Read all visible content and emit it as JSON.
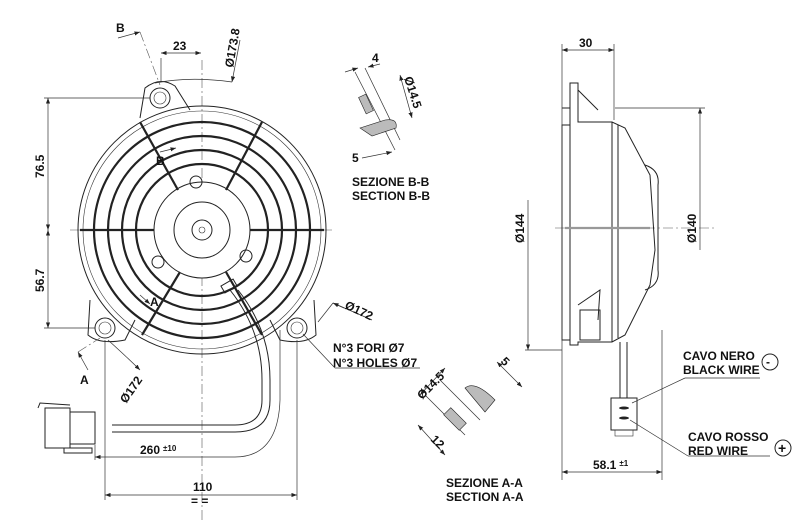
{
  "front_view": {
    "section_mark_b": "B",
    "section_mark_b2": "B",
    "section_mark_a": "A",
    "section_mark_a2": "A",
    "dim_23": "23",
    "dim_d173_8": "Ø173.8",
    "dim_76_5": "76.5",
    "dim_56_7": "56.7",
    "dim_d172_right": "Ø172",
    "dim_d172_left": "Ø172",
    "dim_260": "260",
    "dim_260_tol": "±10",
    "dim_110": "110",
    "dim_110_sym": "= =",
    "holes_it": "N°3 FORI Ø7",
    "holes_en": "N°3 HOLES Ø7"
  },
  "section_b": {
    "dim_4": "4",
    "dim_d14_5": "Ø14.5",
    "dim_5": "5",
    "title_it": "SEZIONE B-B",
    "title_en": "SECTION B-B"
  },
  "section_a": {
    "dim_d14_5": "Ø14.5",
    "dim_5": "5",
    "dim_12": "12",
    "title_it": "SEZIONE A-A",
    "title_en": "SECTION A-A"
  },
  "side_view": {
    "dim_30": "30",
    "dim_d144": "Ø144",
    "dim_d140": "Ø140",
    "dim_58_1": "58.1",
    "dim_58_1_tol": "±1",
    "black_wire_it": "CAVO NERO",
    "black_wire_en": "BLACK WIRE",
    "black_symbol": "-",
    "red_wire_it": "CAVO ROSSO",
    "red_wire_en": "RED WIRE",
    "red_symbol": "+"
  }
}
